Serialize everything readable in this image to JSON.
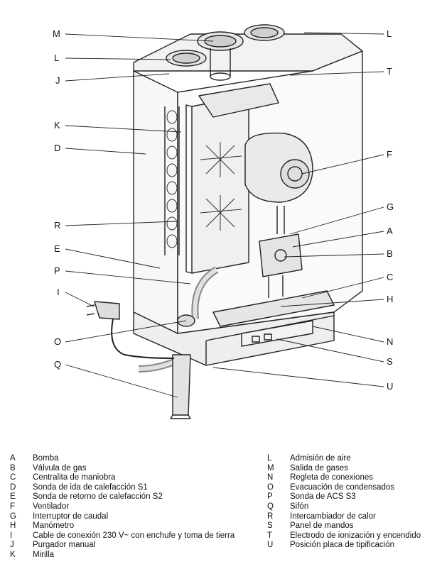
{
  "callouts": {
    "M": "M",
    "L1": "L",
    "L2": "L",
    "J": "J",
    "T": "T",
    "K": "K",
    "D": "D",
    "F": "F",
    "G": "G",
    "R": "R",
    "A": "A",
    "B": "B",
    "E": "E",
    "P": "P",
    "C": "C",
    "I": "I",
    "H": "H",
    "O": "O",
    "N": "N",
    "S": "S",
    "Q": "Q",
    "U": "U"
  },
  "legend_left": [
    {
      "key": "A",
      "text": "Bomba"
    },
    {
      "key": "B",
      "text": "Válvula de gas"
    },
    {
      "key": "C",
      "text": "Centralita de maniobra"
    },
    {
      "key": "D",
      "text": "Sonda de ida de calefacción S1"
    },
    {
      "key": "E",
      "text": "Sonda de retorno de calefacción S2"
    },
    {
      "key": "F",
      "text": "Ventilador"
    },
    {
      "key": "G",
      "text": "Interruptor de caudal"
    },
    {
      "key": "H",
      "text": "Manómetro"
    },
    {
      "key": "I",
      "text": "Cable de conexión 230 V~ con enchufe y toma de tierra"
    },
    {
      "key": "J",
      "text": "Purgador manual"
    },
    {
      "key": "K",
      "text": "Mirilla"
    }
  ],
  "legend_right": [
    {
      "key": "L",
      "text": "Admisión de aire"
    },
    {
      "key": "M",
      "text": "Salida de gases"
    },
    {
      "key": "N",
      "text": "Regleta de conexiones"
    },
    {
      "key": "O",
      "text": "Evacuación de condensados"
    },
    {
      "key": "P",
      "text": "Sonda de ACS S3"
    },
    {
      "key": "Q",
      "text": "Sifón"
    },
    {
      "key": "R",
      "text": "Intercambiador de calor"
    },
    {
      "key": "S",
      "text": "Panel de mandos"
    },
    {
      "key": "T",
      "text": "Electrodo de ionización y encendido"
    },
    {
      "key": "U",
      "text": "Posición placa de tipificación"
    }
  ]
}
